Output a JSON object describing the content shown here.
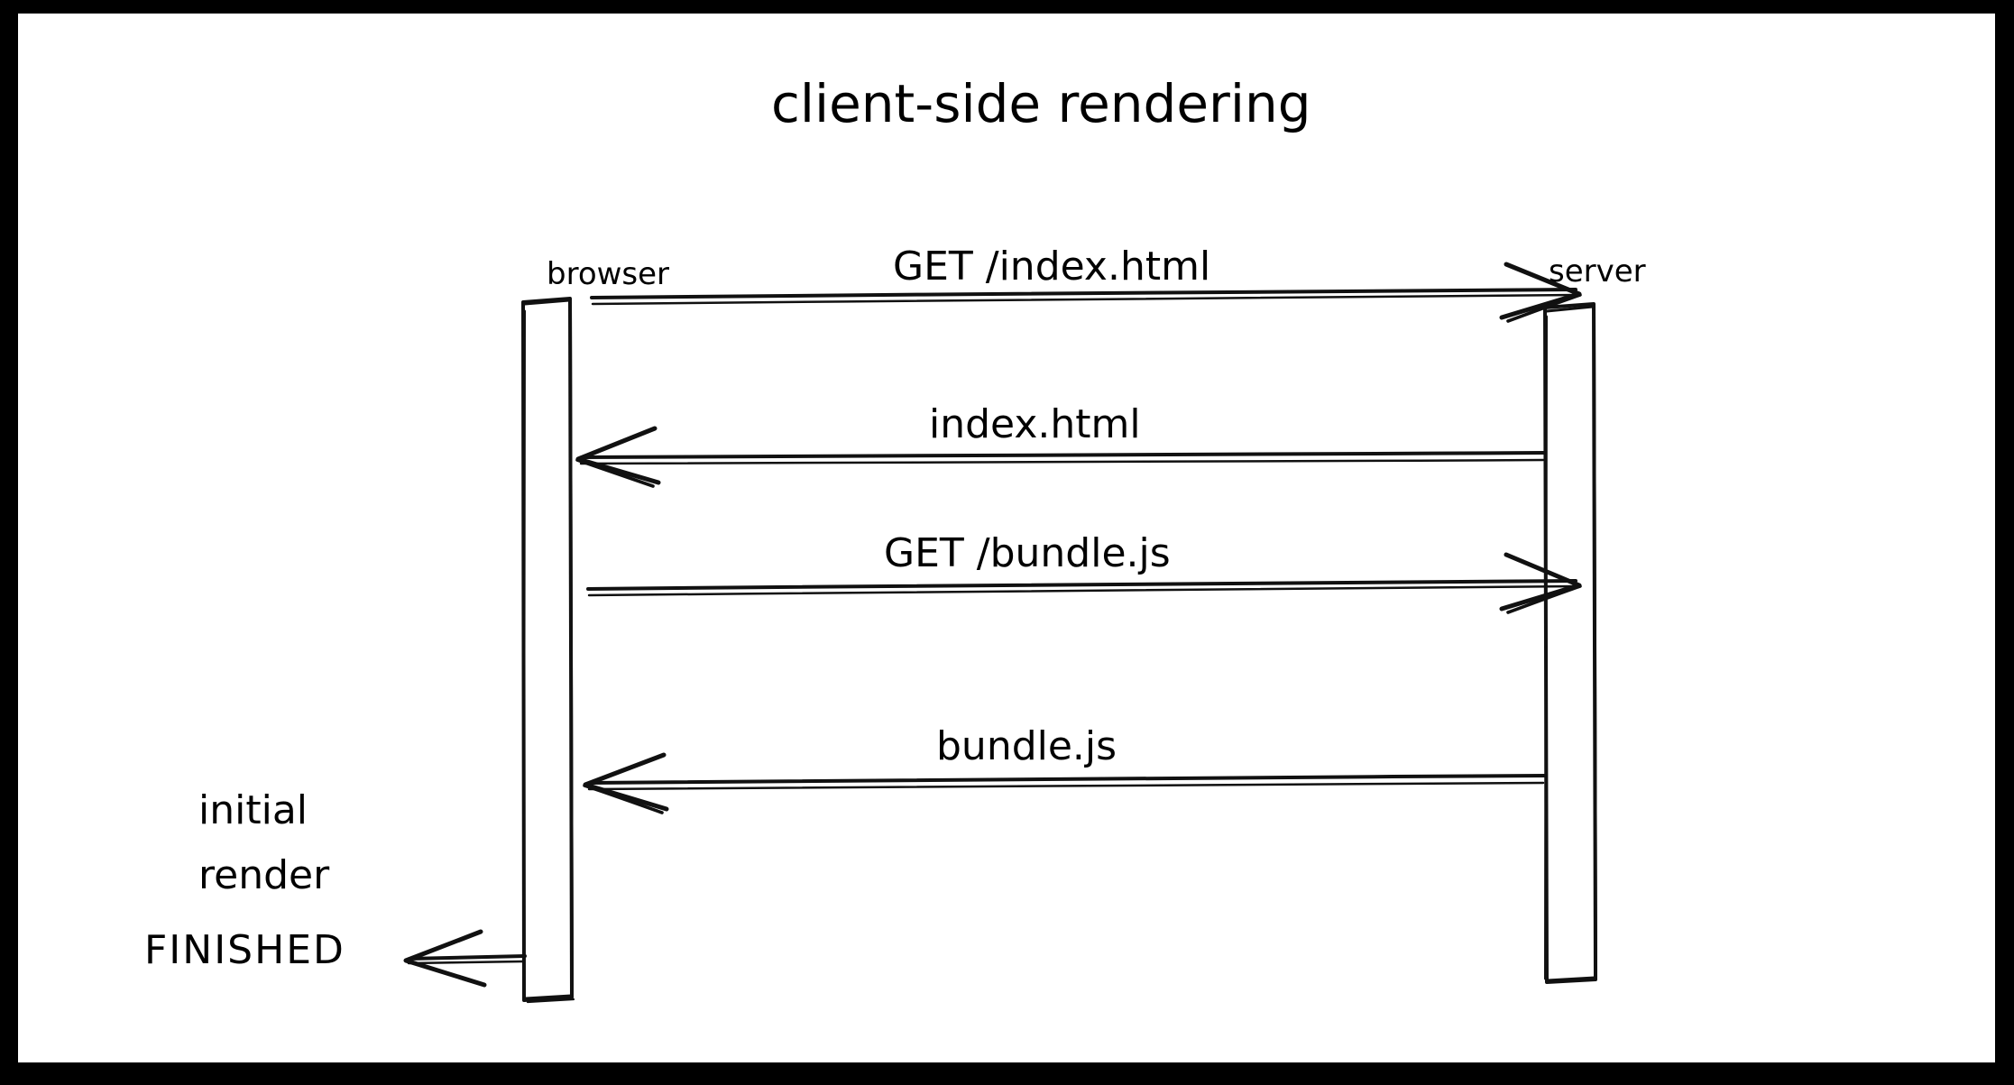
{
  "canvas": {
    "background_color": "#ffffff",
    "frame_color": "#000000",
    "stroke_color": "#111111",
    "style": "hand-drawn-sketch"
  },
  "title": "client-side rendering",
  "actors": [
    {
      "id": "browser",
      "label": "browser"
    },
    {
      "id": "server",
      "label": "server"
    }
  ],
  "messages": [
    {
      "index": 1,
      "label": "GET /index.html",
      "from": "browser",
      "to": "server",
      "direction": "right"
    },
    {
      "index": 2,
      "label": "index.html",
      "from": "server",
      "to": "browser",
      "direction": "left"
    },
    {
      "index": 3,
      "label": "GET /bundle.js",
      "from": "browser",
      "to": "server",
      "direction": "right"
    },
    {
      "index": 4,
      "label": "bundle.js",
      "from": "server",
      "to": "browser",
      "direction": "left"
    }
  ],
  "notes": [
    {
      "id": "initial-render",
      "lines": [
        "initial",
        "render"
      ]
    },
    {
      "id": "finished",
      "lines": [
        "FINISHED"
      ]
    }
  ],
  "final_arrow": {
    "from": "browser",
    "to": "finished-note",
    "direction": "left",
    "label": ""
  }
}
